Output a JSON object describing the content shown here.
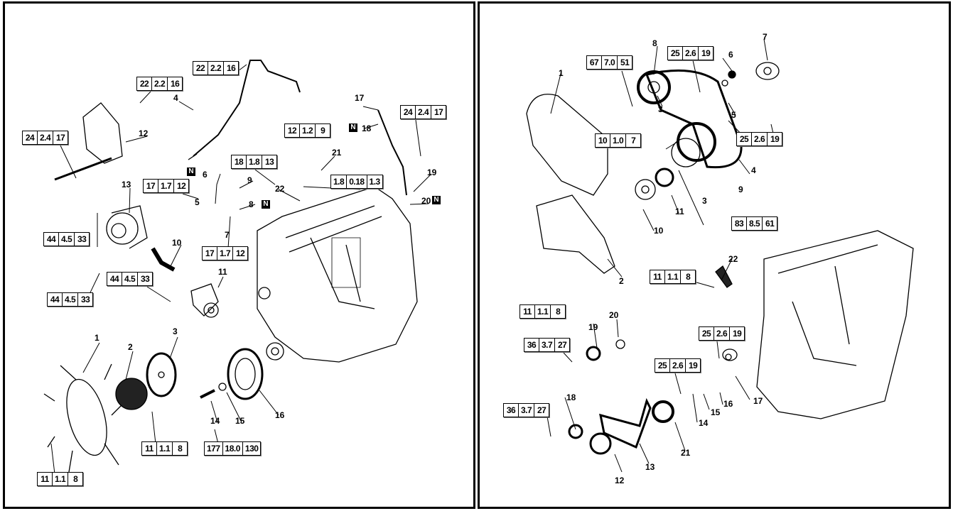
{
  "left_panel": {
    "torque_specs": [
      [
        "22",
        "2.2",
        "16"
      ],
      [
        "22",
        "2.2",
        "16"
      ],
      [
        "24",
        "2.4",
        "17"
      ],
      [
        "12",
        "1.2",
        "9"
      ],
      [
        "24",
        "2.4",
        "17"
      ],
      [
        "18",
        "1.8",
        "13"
      ],
      [
        "17",
        "1.7",
        "12"
      ],
      [
        "1.8",
        "0.18",
        "1.3"
      ],
      [
        "44",
        "4.5",
        "33"
      ],
      [
        "17",
        "1.7",
        "12"
      ],
      [
        "44",
        "4.5",
        "33"
      ],
      [
        "44",
        "4.5",
        "33"
      ],
      [
        "11",
        "1.1",
        "8"
      ],
      [
        "177",
        "18.0",
        "130"
      ],
      [
        "11",
        "1.1",
        "8"
      ]
    ],
    "callouts": [
      "1",
      "2",
      "3",
      "4",
      "5",
      "6",
      "7",
      "8",
      "9",
      "10",
      "11",
      "12",
      "13",
      "14",
      "15",
      "16",
      "17",
      "18",
      "19",
      "20",
      "21",
      "22"
    ],
    "badges": [
      "N",
      "N",
      "N",
      "N"
    ]
  },
  "right_panel": {
    "torque_specs": [
      [
        "67",
        "7.0",
        "51"
      ],
      [
        "25",
        "2.6",
        "19"
      ],
      [
        "25",
        "2.6",
        "19"
      ],
      [
        "10",
        "1.0",
        "7"
      ],
      [
        "83",
        "8.5",
        "61"
      ],
      [
        "11",
        "1.1",
        "8"
      ],
      [
        "11",
        "1.1",
        "8"
      ],
      [
        "36",
        "3.7",
        "27"
      ],
      [
        "25",
        "2.6",
        "19"
      ],
      [
        "25",
        "2.6",
        "19"
      ],
      [
        "36",
        "3.7",
        "27"
      ]
    ],
    "callouts": [
      "1",
      "2",
      "3",
      "3",
      "4",
      "5",
      "6",
      "7",
      "8",
      "9",
      "10",
      "11",
      "12",
      "13",
      "14",
      "15",
      "16",
      "17",
      "18",
      "19",
      "20",
      "21",
      "22"
    ]
  }
}
